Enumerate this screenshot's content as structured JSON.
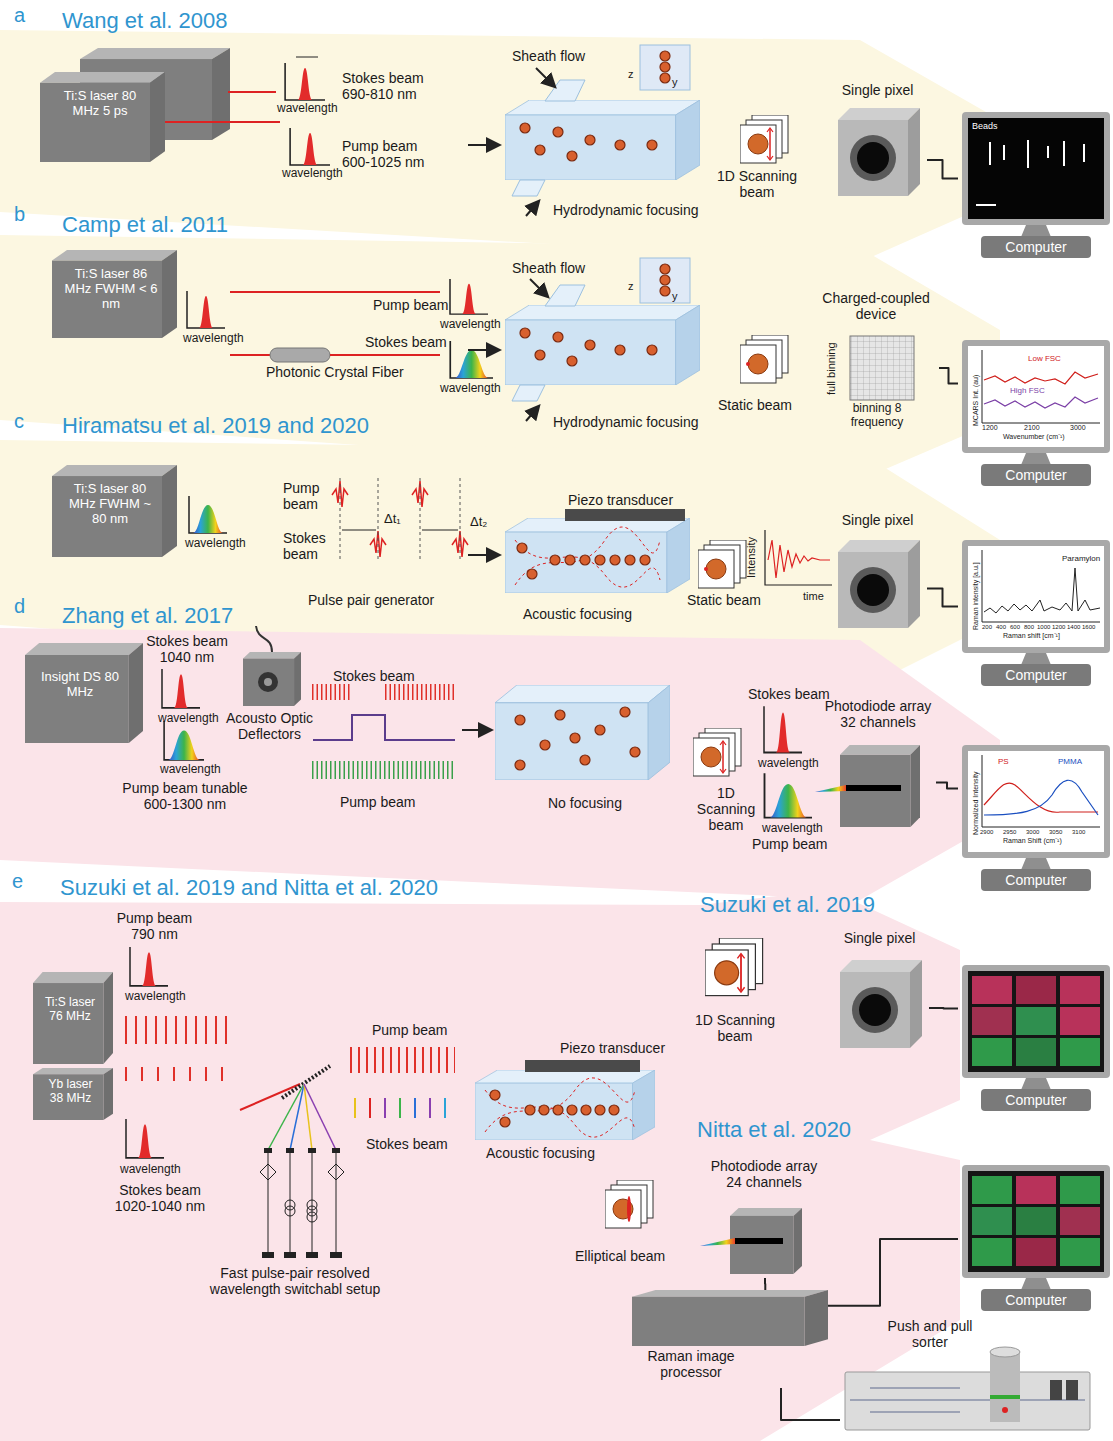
{
  "diagram": {
    "nodes": [
      {
        "text": [
          "Ti:S laser 80 MHz 5 ps"
        ]
      },
      {
        "text": [
          "Single pixel"
        ]
      },
      {
        "text": [
          "Beads",
          "Computer"
        ]
      },
      {
        "text": [
          "Ti:S laser 86 MHz FWHM < 6 nm"
        ]
      },
      {
        "text": [
          "Photonic Crystal Fiber"
        ]
      },
      {
        "text": [
          "Charged-coupled device",
          "full binning",
          "binning 8 frequency"
        ]
      },
      {
        "text": [
          "MCARS Int. (au)",
          "Low FSC",
          "High FSC",
          "1200",
          "2100",
          "3000",
          "Wavenumber (cm⁻¹)",
          "Computer"
        ]
      },
      {
        "text": [
          "Ti:S laser 80 MHz FWHM ~ 80 nm"
        ]
      },
      {
        "text": [
          "Single pixel"
        ]
      },
      {
        "text": [
          "Raman intensity [a.u.]",
          "Paramylon",
          "200",
          "400",
          "600",
          "800",
          "1000",
          "1200",
          "1400",
          "1600",
          "Raman shift [cm⁻¹]",
          "Computer"
        ]
      },
      {
        "text": [
          "Insight DS 80 MHz"
        ]
      },
      {
        "text": [
          "Acousto Optic Deflectors"
        ]
      },
      {
        "text": [
          "Photodiode array 32 channels"
        ]
      },
      {
        "text": [
          "Normalized Intensity",
          "PS",
          "PMMA",
          "2900",
          "2950",
          "3000",
          "3050",
          "3100",
          "Raman Shift (cm⁻¹)",
          "Computer"
        ]
      },
      {
        "text": [
          "Ti:S laser 76 MHz"
        ]
      },
      {
        "text": [
          "Yb laser 38 MHz"
        ]
      },
      {
        "text": [
          "Single pixel"
        ]
      },
      {
        "text": [
          "Computer"
        ]
      },
      {
        "text": [
          "Photodiode array 24 channels"
        ]
      },
      {
        "text": [
          "Computer"
        ]
      },
      {
        "text": [
          "Raman image processor"
        ]
      },
      {
        "text": [
          "Push and pull sorter"
        ]
      }
    ],
    "edges": [
      {
        "from": 1,
        "to": 2,
        "arrow": "none"
      },
      {
        "from": 5,
        "to": 6,
        "arrow": "none"
      },
      {
        "from": 8,
        "to": 9,
        "arrow": "none"
      },
      {
        "from": 12,
        "to": 13,
        "arrow": "none"
      },
      {
        "from": 16,
        "to": 17,
        "arrow": "none"
      },
      {
        "from": 18,
        "to": 20,
        "arrow": "none"
      },
      {
        "from": 20,
        "to": 19,
        "arrow": "none"
      },
      {
        "from": 20,
        "to": 21,
        "arrow": "none"
      }
    ],
    "labels": [
      "a",
      "Wang et al. 2008",
      "wavelength",
      "Stokes beam 690-810 nm",
      "wavelength",
      "Pump beam 600-1025 nm",
      "Sheath flow",
      "z",
      "y",
      "1D Scanning beam",
      "Hydrodynamic focusing",
      "b",
      "Camp et al. 2011",
      "wavelength",
      "Pump beam",
      "wavelength",
      "Stokes beam",
      "wavelength",
      "Sheath flow",
      "z",
      "y",
      "Static beam",
      "Hydrodynamic focusing",
      "c",
      "Hiramatsu et al. 2019 and 2020",
      "wavelength",
      "Pump beam",
      "Stokes beam",
      "Δt₁",
      "Δt₂",
      "Pulse pair generator",
      "Piezo transducer",
      "Static beam",
      "Intensity",
      "time",
      "Acoustic focusing",
      "d",
      "Zhang et al. 2017",
      "Stokes beam 1040 nm",
      "wavelength",
      "wavelength",
      "Pump beam tunable 600-1300 nm",
      "Stokes beam",
      "Pump beam",
      "No focusing",
      "1D Scanning beam",
      "Stokes beam",
      "wavelength",
      "wavelength",
      "Pump beam",
      "e",
      "Suzuki et al. 2019 and Nitta et al. 2020",
      "Pump beam 790 nm",
      "wavelength",
      "wavelength",
      "Stokes beam 1020-1040 nm",
      "Fast pulse-pair resolved wavelength switchabl setup",
      "Pump beam",
      "Stokes beam",
      "Piezo transducer",
      "Acoustic focusing",
      "Suzuki et al. 2019",
      "1D Scanning beam",
      "Nitta et al. 2020",
      "Elliptical beam"
    ]
  }
}
